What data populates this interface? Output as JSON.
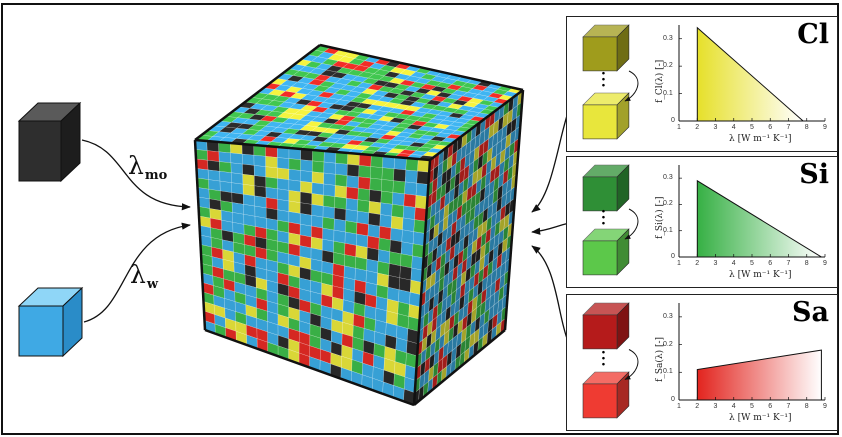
{
  "labels": {
    "lambda_mo": "λ",
    "lambda_mo_sub": "mo",
    "lambda_w": "λ",
    "lambda_w_sub": "w"
  },
  "colors": {
    "mo": "#2a2a2a",
    "w": "#3aa8e0",
    "Cl": "#e4e23a",
    "Si": "#3cb84a",
    "Sa": "#e02a24"
  },
  "panels": [
    {
      "id": "cl",
      "title": "Cl",
      "ylabel": "f_Cl(λ) [-]",
      "ylabel_sub": "Cl",
      "xlabel": "λ  [W m⁻¹ K⁻¹]",
      "color_top": "#9f9c1c",
      "color_bottom": "#e8e63c",
      "fill": "#e6e02a",
      "chart_type": "area",
      "x_ticks": [
        "1",
        "2",
        "3",
        "4",
        "5",
        "6",
        "7",
        "8",
        "9"
      ],
      "y_ticks": [
        "0",
        "0.1",
        "0.2",
        "0.3"
      ],
      "xlim": [
        1,
        9
      ],
      "ylim": [
        0,
        0.35
      ],
      "polygon": [
        [
          2,
          0
        ],
        [
          2,
          0.34
        ],
        [
          7.8,
          0
        ]
      ]
    },
    {
      "id": "si",
      "title": "Si",
      "ylabel": "f_Si(λ) [-]",
      "ylabel_sub": "Si",
      "xlabel": "λ  [W m⁻¹ K⁻¹]",
      "color_top": "#2f8f36",
      "color_bottom": "#5cc84a",
      "fill": "#36b044",
      "chart_type": "area",
      "x_ticks": [
        "1",
        "2",
        "3",
        "4",
        "5",
        "6",
        "7",
        "8",
        "9"
      ],
      "y_ticks": [
        "0",
        "0.1",
        "0.2",
        "0.3"
      ],
      "xlim": [
        1,
        9
      ],
      "ylim": [
        0,
        0.35
      ],
      "polygon": [
        [
          2,
          0
        ],
        [
          2,
          0.29
        ],
        [
          8.8,
          0
        ]
      ]
    },
    {
      "id": "sa",
      "title": "Sa",
      "ylabel": "f_Sa(λ) [-]",
      "ylabel_sub": "Sa",
      "xlabel": "λ  [W m⁻¹ K⁻¹]",
      "color_top": "#b51b1b",
      "color_bottom": "#ef3b32",
      "fill": "#e2241e",
      "chart_type": "area",
      "x_ticks": [
        "1",
        "2",
        "3",
        "4",
        "5",
        "6",
        "7",
        "8",
        "9"
      ],
      "y_ticks": [
        "0",
        "0.1",
        "0.2",
        "0.3"
      ],
      "xlim": [
        1,
        9
      ],
      "ylim": [
        0,
        0.35
      ],
      "polygon": [
        [
          2,
          0
        ],
        [
          2,
          0.11
        ],
        [
          8.8,
          0.18
        ],
        [
          8.8,
          0
        ]
      ]
    }
  ]
}
